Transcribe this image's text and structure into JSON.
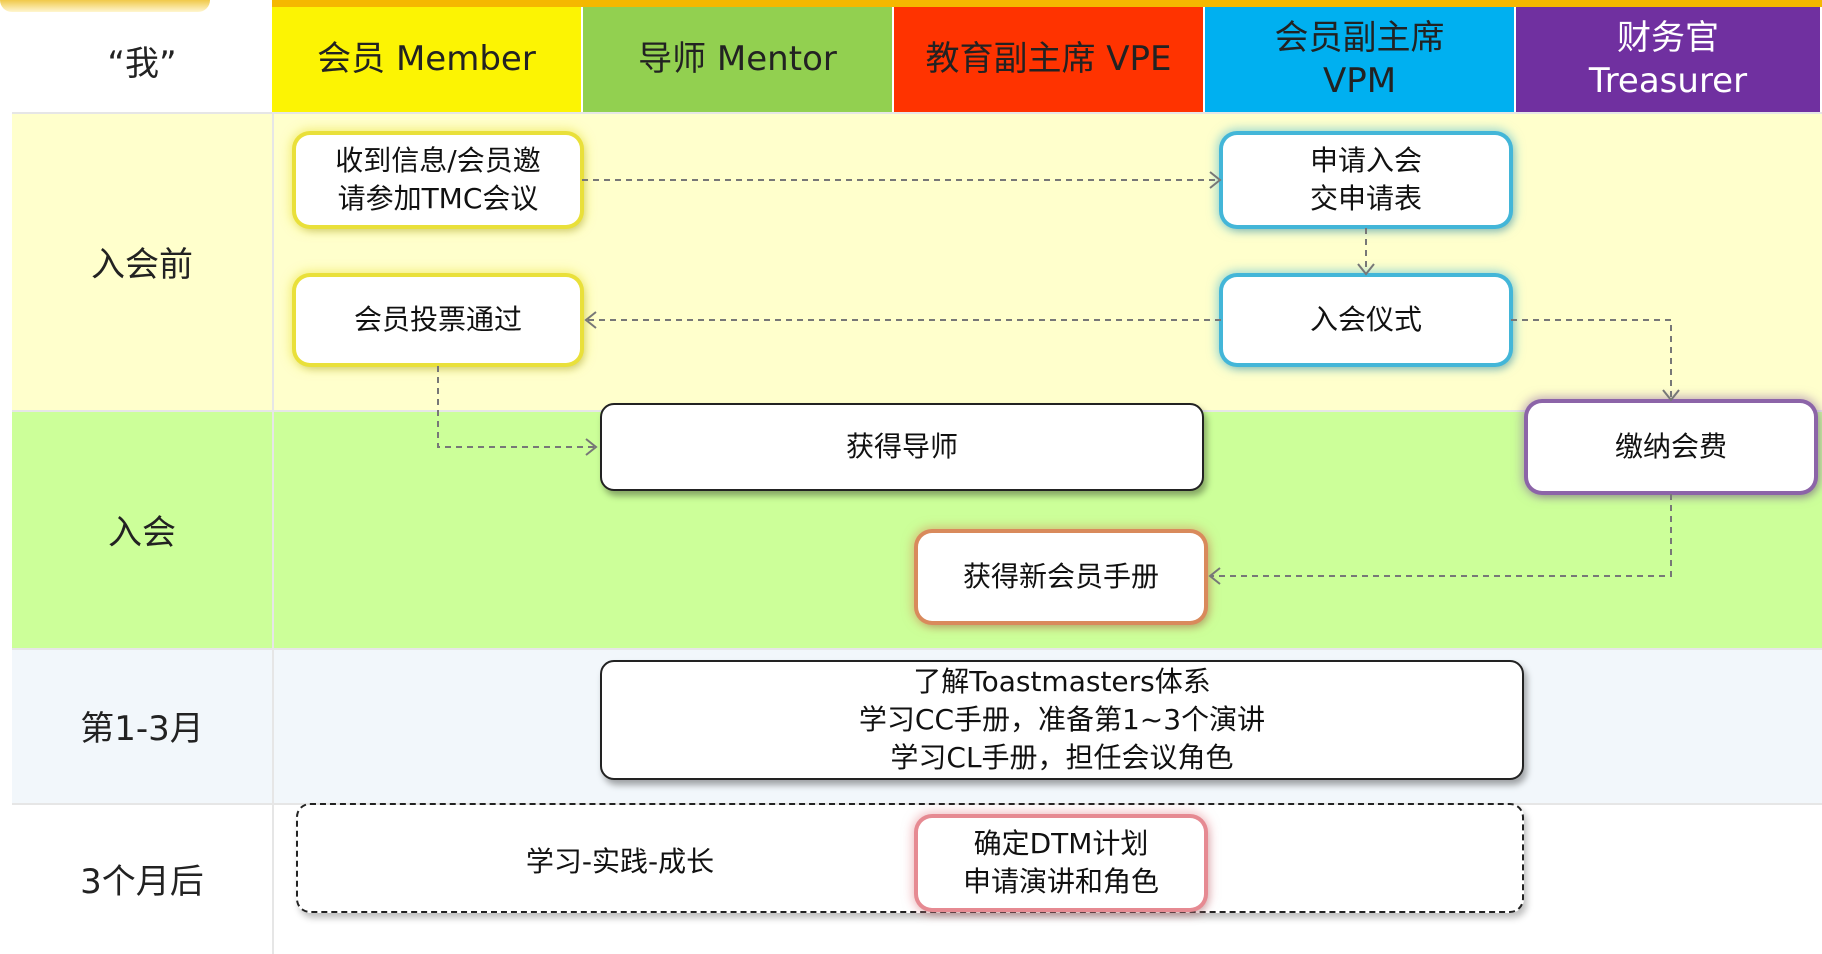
{
  "header": {
    "corner_label": "“我”",
    "columns": [
      {
        "label": "会员 Member",
        "bg": "#fcf403",
        "fg": "#222222"
      },
      {
        "label": "导师 Mentor",
        "bg": "#92d050",
        "fg": "#222222"
      },
      {
        "label": "教育副主席 VPE",
        "bg": "#ff3300",
        "fg": "#222222"
      },
      {
        "label": "会员副主席\nVPM",
        "bg": "#00b0f0",
        "fg": "#222222"
      },
      {
        "label": "财务官\nTreasurer",
        "bg": "#7030a0",
        "fg": "#ffffff"
      }
    ]
  },
  "rows": [
    {
      "label": "入会前",
      "bg": "#ffffcc"
    },
    {
      "label": "入会",
      "bg": "#ccff99"
    },
    {
      "label": "第1-3月",
      "bg": "#f2f7fb"
    },
    {
      "label": "3个月后",
      "bg": "#ffffff"
    }
  ],
  "boxes": {
    "receive_invite": "收到信息/会员邀\n请参加TMC会议",
    "apply": "申请入会\n交申请表",
    "vote": "会员投票通过",
    "ceremony": "入会仪式",
    "get_mentor": "获得导师",
    "pay_fee": "缴纳会费",
    "handbook": "获得新会员手册",
    "learn": "了解Toastmasters体系\n学习CC手册，准备第1~3个演讲\n学习CL手册，担任会议角色",
    "grow": "学习-实践-成长",
    "dtm": "确定DTM计划\n申请演讲和角色"
  },
  "colors": {
    "top_bar": "#f5b800",
    "arrow": "#777777"
  }
}
